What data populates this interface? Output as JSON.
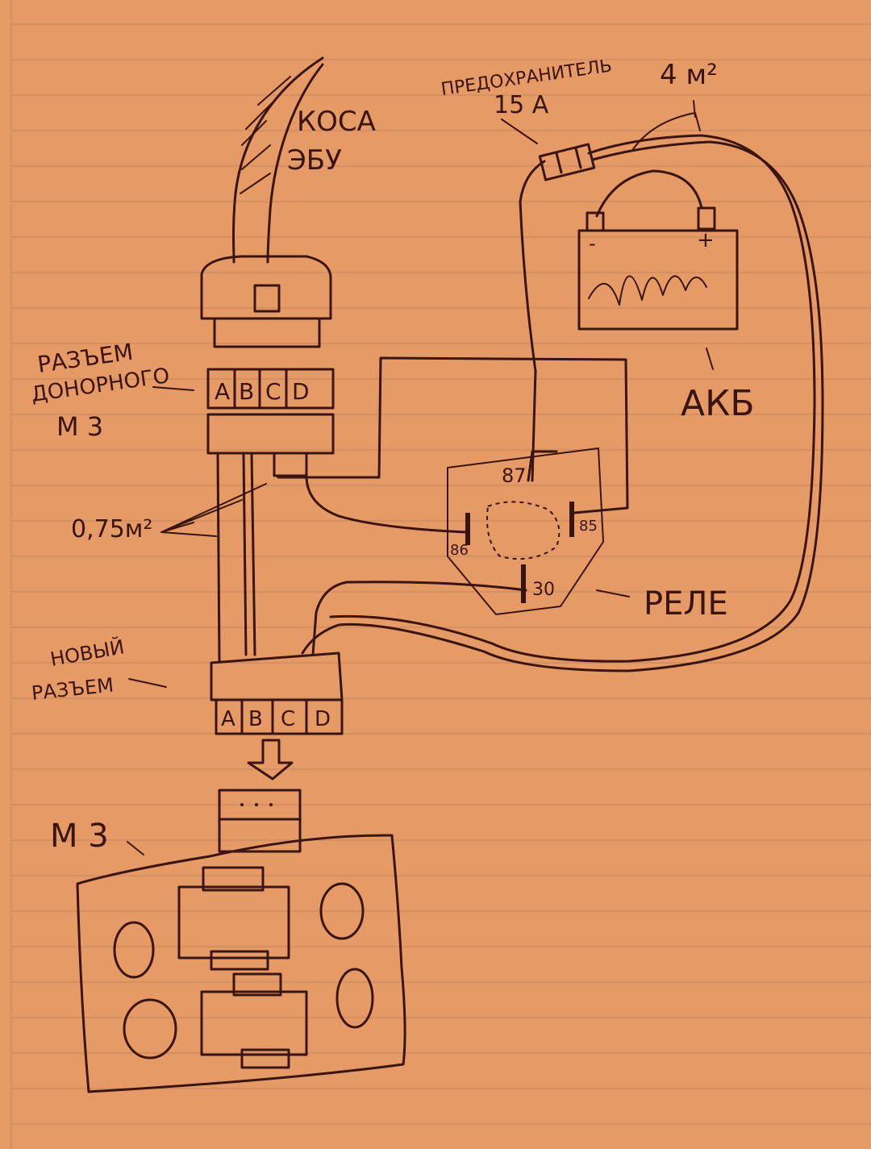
{
  "harness": {
    "label_line1": "КОСА",
    "label_line2": "ЭБУ"
  },
  "fuse": {
    "label_line1": "ПРЕДОХРАНИТЕЛЬ",
    "label_line2": "15 А"
  },
  "power_wire": {
    "label": "4 м²"
  },
  "battery": {
    "label": "АКБ",
    "minus": "-",
    "plus": "+"
  },
  "donor_connector": {
    "label_line1": "РАЗЪЕМ",
    "label_line2": "ДОНОРНОГО",
    "label_line3": "М 3",
    "pins": [
      "A",
      "B",
      "C",
      "D"
    ]
  },
  "signal_wire": {
    "label": "0,75м²"
  },
  "relay": {
    "label": "РЕЛЕ",
    "pin_87": "87",
    "pin_86": "86",
    "pin_85": "85",
    "pin_30": "30"
  },
  "new_connector": {
    "label_line1": "НОВЫЙ",
    "label_line2": "РАЗЪЕМ",
    "pins": [
      "A",
      "B",
      "C",
      "D"
    ]
  },
  "motor": {
    "label": "М 3"
  },
  "colors": {
    "paper": "#e69a66",
    "ink": "#3a1410",
    "rule": "#c98a60"
  }
}
